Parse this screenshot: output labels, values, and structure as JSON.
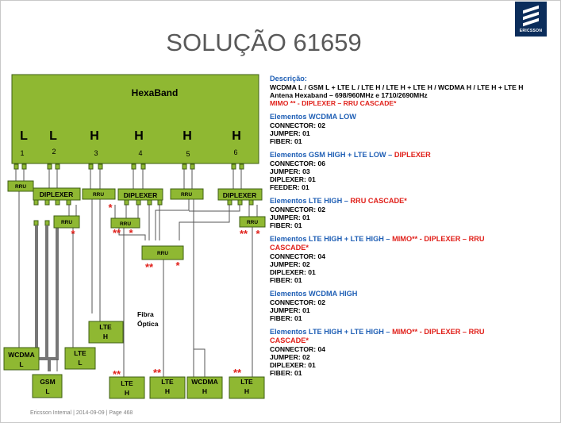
{
  "brand": {
    "name": "ERICSSON",
    "color": "#0b2d5b"
  },
  "title": "SOLUÇÃO 61659",
  "footer": "Ericsson Internal  |  2014-09-09  |  Page 468",
  "colors": {
    "box_fill": "#8fb832",
    "box_stroke": "#3f5f14",
    "line": "#555555",
    "accent_blue": "#1f5fb5",
    "accent_red": "#e0201a"
  },
  "antenna": {
    "label": "HexaBand",
    "bands": [
      "L",
      "L",
      "H",
      "H",
      "H",
      "H"
    ],
    "ports": [
      "1",
      "2",
      "3",
      "4",
      "5",
      "6"
    ]
  },
  "diagram": {
    "rru_label": "RRU",
    "diplexer_label": "DIPLEXER",
    "fiber_label": "Fibra\nÓptica",
    "star": "*",
    "star2": "**",
    "units": [
      {
        "name": "WCDMA",
        "band": "L"
      },
      {
        "name": "GSM",
        "band": "L"
      },
      {
        "name": "LTE",
        "band": "L"
      },
      {
        "name": "LTE",
        "band": "H"
      },
      {
        "name": "LTE",
        "band": "H"
      },
      {
        "name": "LTE",
        "band": "H"
      },
      {
        "name": "WCDMA",
        "band": "H"
      },
      {
        "name": "LTE",
        "band": "H"
      }
    ]
  },
  "description": {
    "heading": "Descrição:",
    "line1": "WCDMA L / GSM L + LTE L / LTE H / LTE H + LTE H / WCDMA H / LTE H + LTE H",
    "line2": "Antena Hexaband – 698/960MHz  e  1710/2690MHz",
    "line3": "MIMO ** - DIPLEXER – RRU CASCADE*",
    "sections": [
      {
        "title": "Elementos WCDMA LOW",
        "title_red": "",
        "title_red2": "",
        "items": [
          "CONNECTOR: 02",
          "JUMPER: 01",
          "FIBER: 01"
        ]
      },
      {
        "title": "Elementos GSM HIGH + LTE LOW – ",
        "title_red": "DIPLEXER",
        "title_red2": "",
        "items": [
          "CONNECTOR: 06",
          "JUMPER: 03",
          "DIPLEXER: 01",
          "FEEDER: 01"
        ]
      },
      {
        "title": "Elementos LTE HIGH – ",
        "title_red": "RRU CASCADE*",
        "title_red2": "",
        "items": [
          "CONNECTOR: 02",
          "JUMPER: 01",
          "FIBER: 01"
        ]
      },
      {
        "title": "Elementos LTE HIGH + LTE HIGH – ",
        "title_red": "MIMO** - DIPLEXER – RRU",
        "title_red2": "CASCADE*",
        "items": [
          "CONNECTOR: 04",
          "JUMPER: 02",
          "DIPLEXER: 01",
          "FIBER: 01"
        ]
      },
      {
        "title": "Elementos WCDMA HIGH",
        "title_red": "",
        "title_red2": "",
        "items": [
          "CONNECTOR: 02",
          "JUMPER: 01",
          "FIBER: 01"
        ]
      },
      {
        "title": "Elementos LTE HIGH + LTE HIGH – ",
        "title_red": "MIMO** - DIPLEXER – RRU",
        "title_red2": "CASCADE*",
        "items": [
          "CONNECTOR: 04",
          "JUMPER: 02",
          "DIPLEXER: 01",
          "FIBER: 01"
        ]
      }
    ]
  }
}
